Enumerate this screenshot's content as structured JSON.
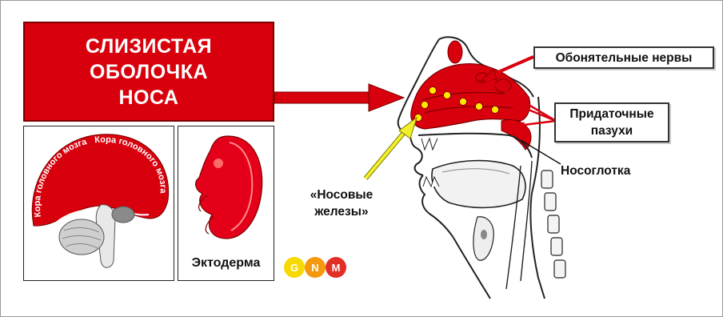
{
  "title_lines": [
    "СЛИЗИСТАЯ",
    "ОБОЛОЧКА",
    "НОСА"
  ],
  "brain_label": "Кора головного мозга",
  "embryo_label": "Эктодерма",
  "labels": {
    "olfactory_nerves": "Обонятельные нервы",
    "sinuses_line1": "Придаточные",
    "sinuses_line2": "пазухи",
    "nasopharynx": "Носоглотка",
    "nasal_glands_line1": "«Носовые",
    "nasal_glands_line2": "железы»"
  },
  "logo_letters": [
    "G",
    "N",
    "M"
  ],
  "colors": {
    "accent_red": "#d8000c",
    "dark_red": "#7a0000",
    "gland_yellow": "#ffe800",
    "arrow_yellow": "#f2ee2a",
    "logo_yellow": "#f7d900",
    "logo_orange": "#f39200",
    "logo_red": "#e2231a"
  }
}
